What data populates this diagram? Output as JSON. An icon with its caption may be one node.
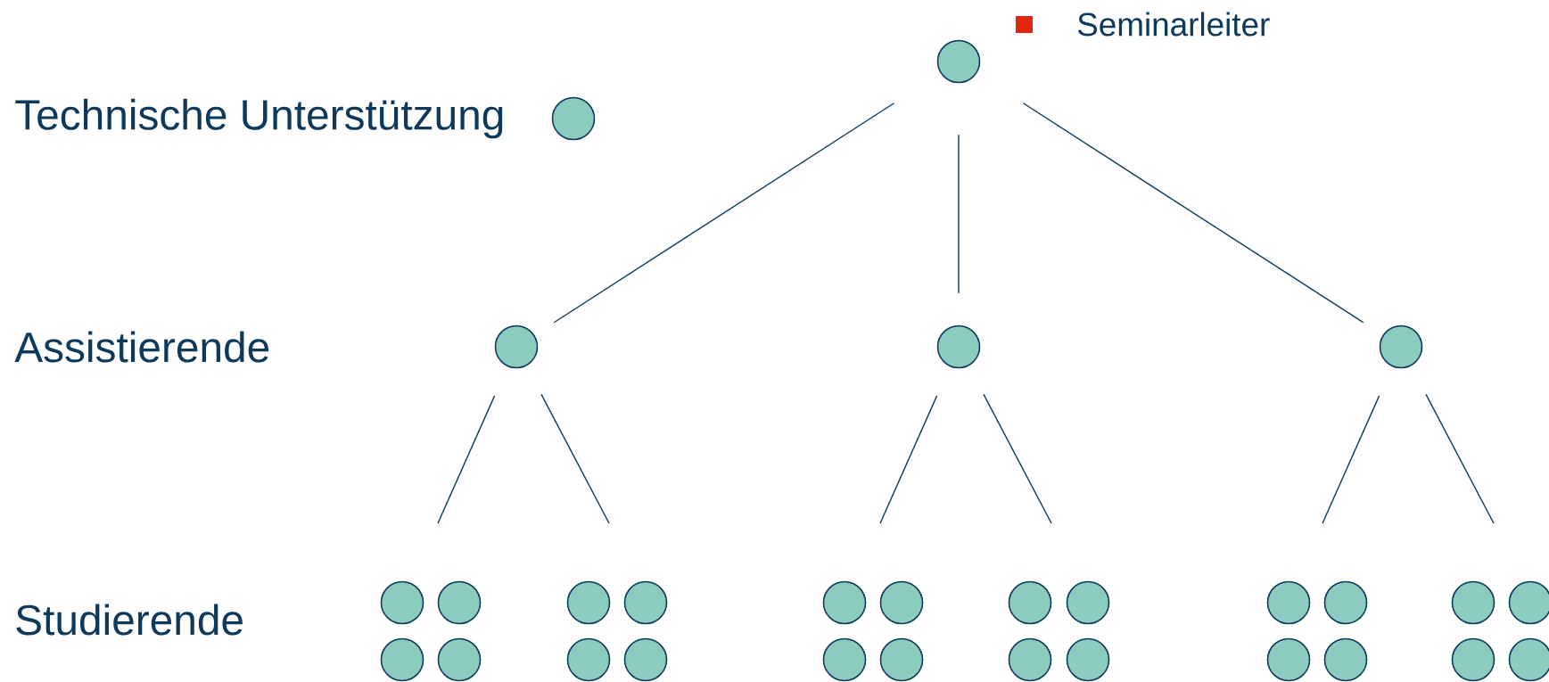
{
  "diagram": {
    "nodes": [
      {
        "text": [],
        "shape": "circle"
      },
      {
        "text": [],
        "shape": "circle"
      },
      {
        "text": [],
        "shape": "circle"
      },
      {
        "text": [],
        "shape": "circle"
      },
      {
        "text": [],
        "shape": "circle"
      },
      {
        "text": [],
        "shape": "circle"
      },
      {
        "text": [],
        "shape": "circle"
      },
      {
        "text": [],
        "shape": "circle"
      },
      {
        "text": [],
        "shape": "circle"
      },
      {
        "text": [],
        "shape": "circle"
      },
      {
        "text": [],
        "shape": "circle"
      },
      {
        "text": [],
        "shape": "circle"
      },
      {
        "text": [],
        "shape": "circle"
      },
      {
        "text": [],
        "shape": "circle"
      },
      {
        "text": [],
        "shape": "circle"
      },
      {
        "text": [],
        "shape": "circle"
      },
      {
        "text": [],
        "shape": "circle"
      },
      {
        "text": [],
        "shape": "circle"
      },
      {
        "text": [],
        "shape": "circle"
      },
      {
        "text": [],
        "shape": "circle"
      },
      {
        "text": [],
        "shape": "circle"
      },
      {
        "text": [],
        "shape": "circle"
      },
      {
        "text": [],
        "shape": "circle"
      },
      {
        "text": [],
        "shape": "circle"
      },
      {
        "text": [],
        "shape": "circle"
      },
      {
        "text": [],
        "shape": "circle"
      },
      {
        "text": [],
        "shape": "circle"
      },
      {
        "text": [],
        "shape": "circle"
      },
      {
        "text": [],
        "shape": "circle"
      }
    ],
    "edges": [
      {
        "from": 0,
        "to": 2,
        "arrow": "none"
      },
      {
        "from": 0,
        "to": 3,
        "arrow": "none"
      },
      {
        "from": 0,
        "to": 4,
        "arrow": "none"
      },
      {
        "from": 2,
        "to": null,
        "arrow": "none"
      },
      {
        "from": 2,
        "to": null,
        "arrow": "none"
      },
      {
        "from": 3,
        "to": null,
        "arrow": "none"
      },
      {
        "from": 3,
        "to": null,
        "arrow": "none"
      },
      {
        "from": 4,
        "to": null,
        "arrow": "none"
      },
      {
        "from": 4,
        "to": null,
        "arrow": "none"
      }
    ],
    "labels": [
      "Technische Unterstützung",
      "Assistierende",
      "Studierende"
    ],
    "legend": [
      {
        "text": "Seminarleiter",
        "color": "#e0260e"
      }
    ]
  }
}
